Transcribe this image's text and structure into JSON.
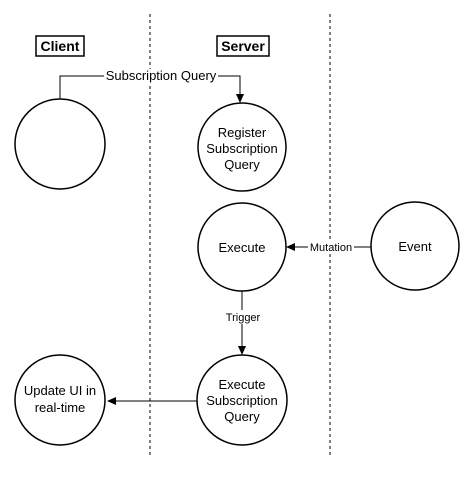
{
  "diagram": {
    "columns": {
      "client_label": "Client",
      "server_label": "Server"
    },
    "nodes": {
      "client": {
        "lines": []
      },
      "register": {
        "lines": [
          "Register",
          "Subscription",
          "Query"
        ]
      },
      "execute": {
        "lines": [
          "Execute"
        ]
      },
      "event": {
        "lines": [
          "Event"
        ]
      },
      "execute_subscription": {
        "lines": [
          "Execute",
          "Subscription",
          "Query"
        ]
      },
      "update_ui": {
        "lines": [
          "Update UI in",
          "real-time"
        ]
      }
    },
    "edges": {
      "subscription_query": "Subscription Query",
      "mutation": "Mutation",
      "trigger": "Trigger"
    }
  }
}
